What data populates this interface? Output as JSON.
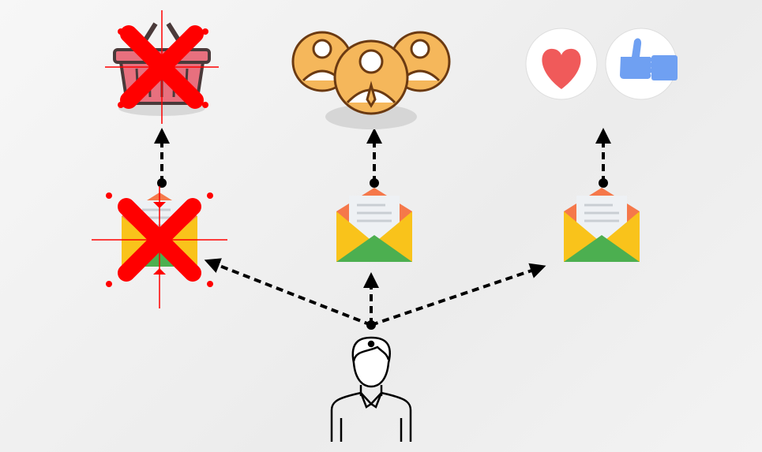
{
  "diagram": {
    "nodes": [
      {
        "id": "basket",
        "icon": "shopping-basket-icon",
        "state": "crossed-out"
      },
      {
        "id": "group",
        "icon": "people-group-icon"
      },
      {
        "id": "reactions",
        "icons": [
          "heart-icon",
          "thumbs-up-icon"
        ]
      },
      {
        "id": "email-left",
        "icon": "envelope-icon",
        "state": "crossed-out"
      },
      {
        "id": "email-center",
        "icon": "envelope-icon"
      },
      {
        "id": "email-right",
        "icon": "envelope-icon"
      },
      {
        "id": "user",
        "icon": "person-icon"
      }
    ],
    "colors": {
      "cross": "#ff0000",
      "heart": "#f05a5a",
      "thumb": "#6fa0f2",
      "people": "#f5b75b",
      "envelope_yellow": "#f9c31b",
      "envelope_green": "#4caf50",
      "envelope_orange": "#f5784a"
    }
  }
}
